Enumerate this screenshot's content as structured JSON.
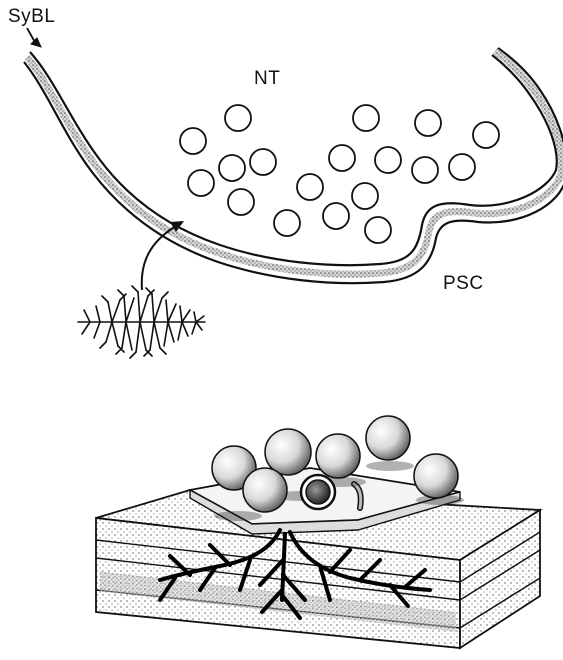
{
  "labels": {
    "sybl": "SyBL",
    "nt": "NT",
    "psc": "PSC"
  },
  "colors": {
    "ink": "#111111",
    "paper": "#ffffff"
  }
}
